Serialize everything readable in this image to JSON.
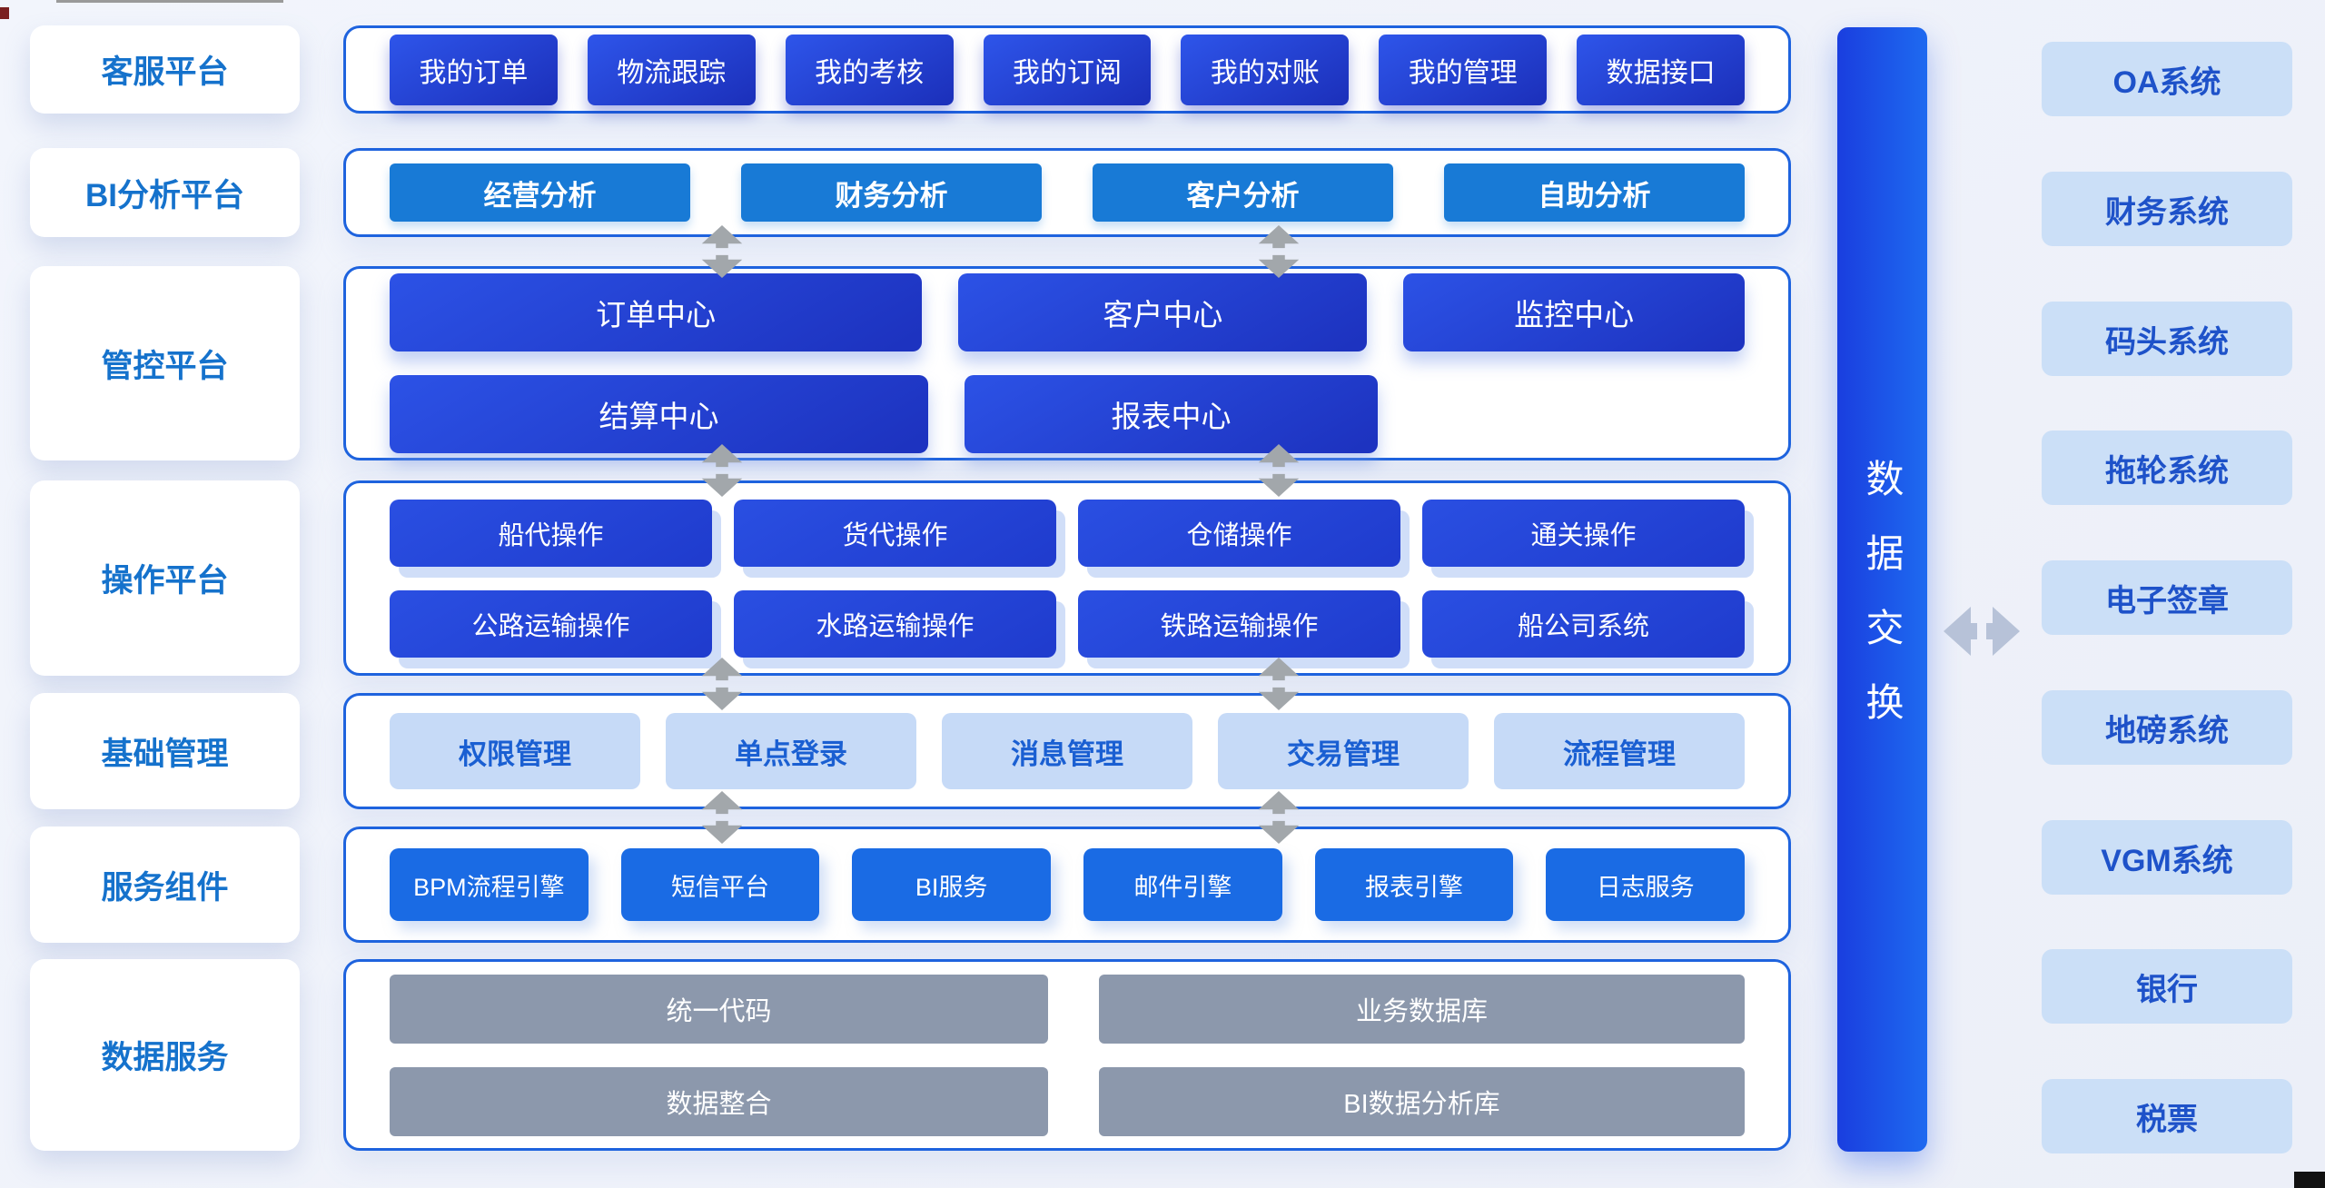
{
  "sidebar": {
    "items": [
      "客服平台",
      "BI分析平台",
      "管控平台",
      "操作平台",
      "基础管理",
      "服务组件",
      "数据服务"
    ]
  },
  "sections": {
    "customer": {
      "items": [
        "我的订单",
        "物流跟踪",
        "我的考核",
        "我的订阅",
        "我的对账",
        "我的管理",
        "数据接口"
      ]
    },
    "bi": {
      "items": [
        "经营分析",
        "财务分析",
        "客户分析",
        "自助分析"
      ]
    },
    "control": {
      "row1": [
        "订单中心",
        "客户中心",
        "监控中心"
      ],
      "row2": [
        "结算中心",
        "报表中心"
      ]
    },
    "operation": {
      "row1": [
        "船代操作",
        "货代操作",
        "仓储操作",
        "通关操作"
      ],
      "row2": [
        "公路运输操作",
        "水路运输操作",
        "铁路运输操作",
        "船公司系统"
      ]
    },
    "basic": {
      "items": [
        "权限管理",
        "单点登录",
        "消息管理",
        "交易管理",
        "流程管理"
      ]
    },
    "components": {
      "items": [
        "BPM流程引擎",
        "短信平台",
        "BI服务",
        "邮件引擎",
        "报表引擎",
        "日志服务"
      ]
    },
    "dataservice": {
      "row1": [
        "统一代码",
        "业务数据库"
      ],
      "row2": [
        "数据整合",
        "BI数据分析库"
      ]
    }
  },
  "exchange": {
    "label": "数据交换"
  },
  "external": {
    "items": [
      "OA系统",
      "财务系统",
      "码头系统",
      "拖轮系统",
      "电子签章",
      "地磅系统",
      "VGM系统",
      "银行",
      "税票"
    ]
  },
  "colors": {
    "panel_border": "#1e63de",
    "dark_button": "#1c31bc",
    "azure_button": "#187ad6",
    "royal_button": "#1a6be4",
    "light_chip_bg": "#c6daf7",
    "light_chip_text": "#1a5fd2",
    "gray_box": "#8c98ac",
    "external_box_bg": "#cbdff7",
    "external_box_text": "#1e52c9",
    "exchange_bar": "#1e6af0",
    "sidebar_text": "#1572cc",
    "arrow_gray": "#a2a7ab",
    "arrow_blue_gray": "#b7c2d8"
  }
}
